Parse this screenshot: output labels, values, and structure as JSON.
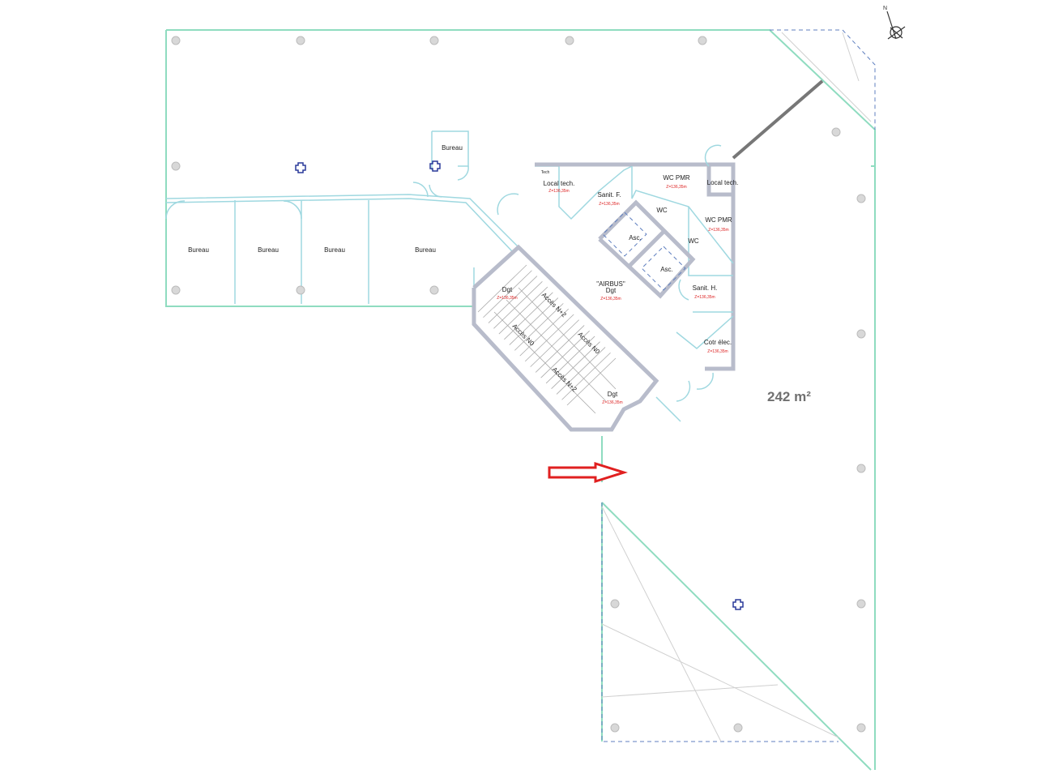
{
  "plan": {
    "area_label": "242 m²",
    "north_label": "N",
    "rooms": {
      "bureau_small": "Bureau",
      "bureau_1": "Bureau",
      "bureau_2": "Bureau",
      "bureau_3": "Bureau",
      "bureau_4": "Bureau",
      "local_tech_1": "Local tech.",
      "local_tech_2": "Local tech.",
      "tech_small": "Tech",
      "sanit_f": "Sanit. F.",
      "wc_pmr_1": "WC PMR",
      "wc_pmr_2": "WC PMR",
      "wc_1": "WC",
      "wc_2": "WC",
      "asc_1": "Asc.",
      "asc_2": "Asc.",
      "airbus_dgt_1": "\"AIRBUS\"",
      "airbus_dgt_2": "Dgt",
      "dgt_1": "Dgt",
      "dgt_2": "Dgt",
      "sanit_h": "Sanit. H.",
      "cotr_elec": "Cotr élec."
    },
    "stairs": {
      "acces_n2_a": "Accès N+2",
      "acces_n0_a": "Accès N0",
      "acces_n0_b": "Accès N0",
      "acces_n2_b": "Accès N+2"
    },
    "elevation_label": "Z=136,35m",
    "colors": {
      "outline": "#8fdcc0",
      "partition": "#9fd8e0",
      "wall": "#b8bccb",
      "arrow": "#e02020",
      "area_text": "#707070"
    }
  }
}
